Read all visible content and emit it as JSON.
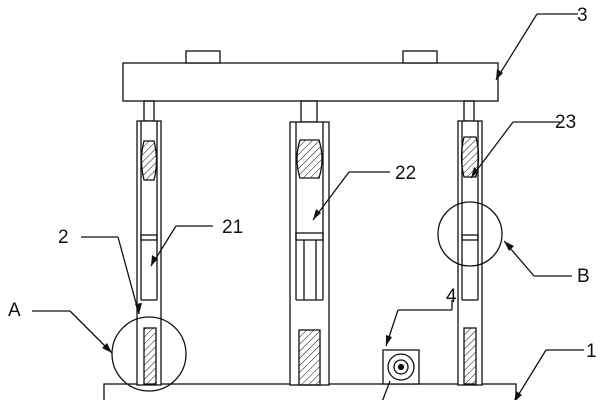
{
  "labels": {
    "top_plate": "3",
    "base": "1",
    "left_rod": "2",
    "spring_left": "21",
    "spring_center": "22",
    "spring_right": "23",
    "motor": "4",
    "detail_a": "A",
    "detail_b": "B"
  },
  "colors": {
    "line": "#111111",
    "background": "#ffffff"
  }
}
